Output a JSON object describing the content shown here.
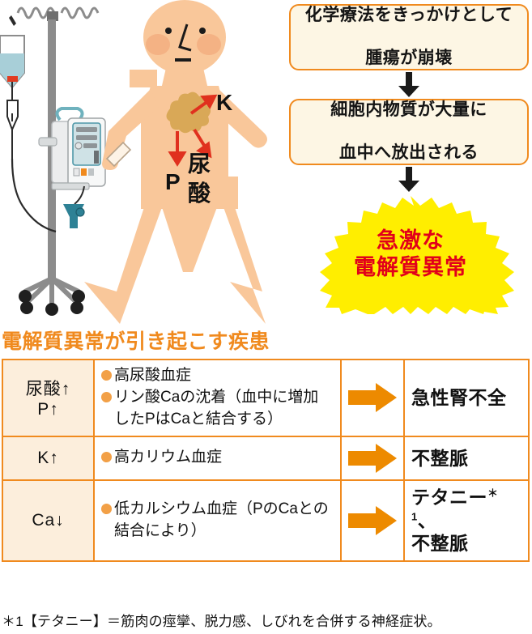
{
  "flow": {
    "box1": "化学療法をきっかけとして\n腫瘍が崩壊",
    "box1_line1": "化学療法をきっかけとして",
    "box1_line2": "腫瘍が崩壊",
    "box2_line1": "細胞内物質が大量に",
    "box2_line2": "血中へ放出される",
    "starburst_line1": "急激な",
    "starburst_line2": "電解質異常"
  },
  "illustration": {
    "labels": {
      "k": "K",
      "p": "P",
      "uric_acid": "尿酸"
    },
    "parts": {
      "iv_pole": "IVポール",
      "iv_bag": "輸液バッグ",
      "drip_chamber": "点滴筒",
      "infusion_pump": "輸液ポンプ",
      "patient": "患者",
      "tumor": "腫瘍",
      "wristband": "リストバンド"
    }
  },
  "section": {
    "heading": "電解質異常が引き起こす疾患"
  },
  "table": {
    "rows": [
      {
        "ion_line1": "尿酸↑",
        "ion_line2": "P↑",
        "conditions": [
          "高尿酸血症",
          "リン酸Caの沈着（血中に増加したPはCaと結合する）"
        ],
        "result_line1": "急性腎不全",
        "result_line2": ""
      },
      {
        "ion_line1": "K↑",
        "ion_line2": "",
        "conditions": [
          "高カリウム血症"
        ],
        "result_line1": "不整脈",
        "result_line2": ""
      },
      {
        "ion_line1": "Ca↓",
        "ion_line2": "",
        "conditions": [
          "低カルシウム血症（PのCaとの結合により）"
        ],
        "result_line1": "テタニー",
        "result_sup": "＊1",
        "result_line1_suffix": "、",
        "result_line2": "不整脈"
      }
    ]
  },
  "footnote": {
    "text": "＊1【テタニー】＝筋肉の痙攣、脱力感、しびれを合併する神経症状。"
  },
  "colors": {
    "orange_border": "#F08A1E",
    "box_fill": "#FDF6E4",
    "ion_cell_fill": "#FCEEDC",
    "arrow_orange": "#ED8A00",
    "starburst_yellow": "#FFEE00",
    "starburst_text_red": "#E2001A",
    "bullet_orange": "#F2A047",
    "skin": "#F9C79A",
    "blush": "#F0A173",
    "tumor": "#D9A857",
    "red_arrow": "#E0301E",
    "pole_gray": "#8C8C8C",
    "fluid_blue": "#A8CFD8",
    "pump_teal": "#4E98A8"
  }
}
